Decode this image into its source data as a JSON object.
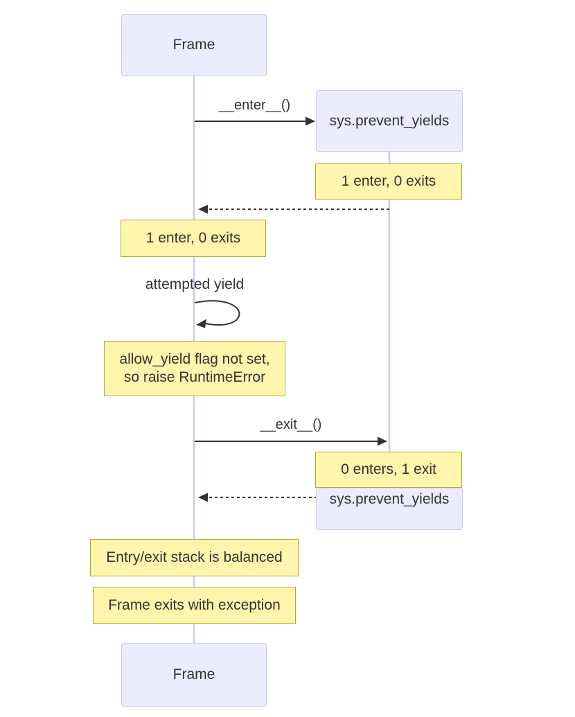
{
  "actors": {
    "frame_top": "Frame",
    "frame_bottom": "Frame",
    "sys_created": "sys.prevent_yields",
    "sys_destroyed": "sys.prevent_yields"
  },
  "messages": {
    "enter_call": "__enter__()",
    "exit_call": "__exit__()",
    "self_loop": "attempted yield"
  },
  "notes": {
    "sys_after_enter": "1 enter, 0 exits",
    "frame_after_enter": "1 enter, 0 exits",
    "yield_error": "allow_yield flag not set,\nso raise RuntimeError",
    "sys_after_exit": "0 enters, 1 exit",
    "stack_balanced": "Entry/exit stack is balanced",
    "frame_exception": "Frame exits with exception"
  },
  "colors": {
    "actor_fill": "#ECECFF",
    "actor_border": "#CFC9EC",
    "note_fill": "#FFF5AD",
    "note_border": "#AAAA33",
    "lifeline": "#CFC9EC",
    "arrow": "#333333",
    "text": "#333333"
  }
}
